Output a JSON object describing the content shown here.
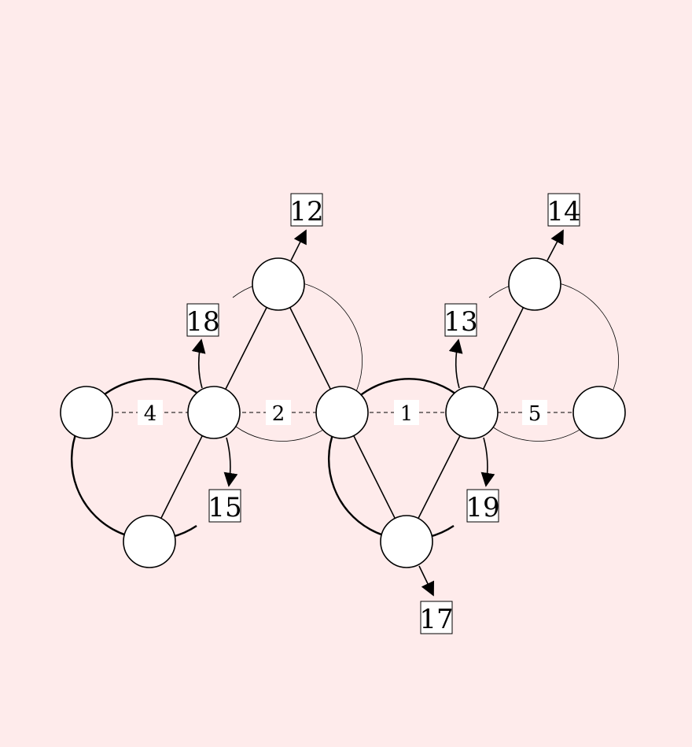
{
  "diagram": {
    "edge_labels": [
      "4",
      "2",
      "1",
      "5"
    ],
    "output_labels": [
      "12",
      "18",
      "15",
      "13",
      "19",
      "14",
      "17"
    ],
    "colors": {
      "background": "#feebeb",
      "node": "#ffffff",
      "stroke": "#000000"
    }
  }
}
